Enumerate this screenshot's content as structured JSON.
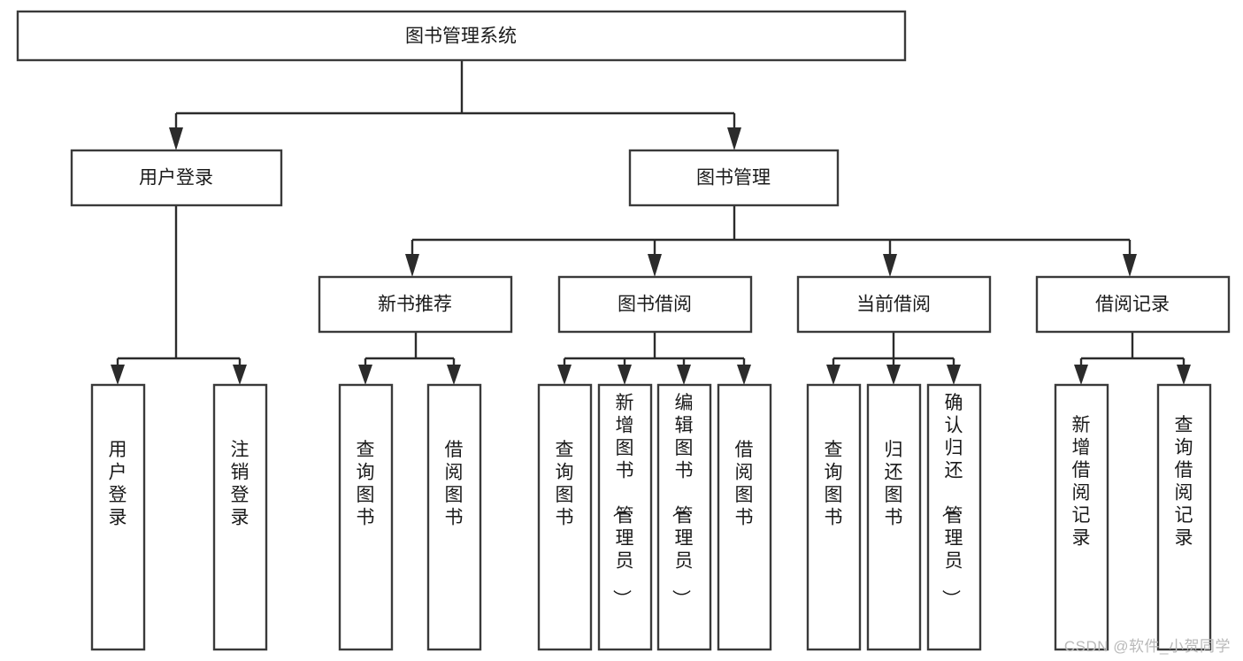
{
  "diagram": {
    "type": "hierarchy-tree",
    "title": "图书管理系统",
    "watermark": "CSDN @软件_小贺同学",
    "colors": {
      "box_stroke": "#3a3a3a",
      "connector": "#2b2b2b",
      "background": "#ffffff",
      "text": "#1a1a1a",
      "watermark": "#b9b9b9"
    },
    "root": {
      "id": "root",
      "label": "图书管理系统"
    },
    "level2": [
      {
        "id": "user-login",
        "label": "用户登录"
      },
      {
        "id": "book-management",
        "label": "图书管理"
      }
    ],
    "level3": [
      {
        "id": "new-book-recommend",
        "label": "新书推荐",
        "parent": "book-management"
      },
      {
        "id": "book-borrow",
        "label": "图书借阅",
        "parent": "book-management"
      },
      {
        "id": "current-borrow",
        "label": "当前借阅",
        "parent": "book-management"
      },
      {
        "id": "borrow-record",
        "label": "借阅记录",
        "parent": "book-management"
      }
    ],
    "leaves": [
      {
        "id": "leaf-user-login",
        "label": "用户登录",
        "parent": "user-login"
      },
      {
        "id": "leaf-logout-login",
        "label": "注销登录",
        "parent": "user-login"
      },
      {
        "id": "leaf-query-book-1",
        "label": "查询图书",
        "parent": "new-book-recommend"
      },
      {
        "id": "leaf-borrow-book-1",
        "label": "借阅图书",
        "parent": "new-book-recommend"
      },
      {
        "id": "leaf-query-book-2",
        "label": "查询图书",
        "parent": "book-borrow"
      },
      {
        "id": "leaf-add-book",
        "label": "新增图书（管理员）",
        "parent": "book-borrow"
      },
      {
        "id": "leaf-edit-book",
        "label": "编辑图书（管理员）",
        "parent": "book-borrow"
      },
      {
        "id": "leaf-borrow-book-2",
        "label": "借阅图书",
        "parent": "book-borrow"
      },
      {
        "id": "leaf-query-book-3",
        "label": "查询图书",
        "parent": "current-borrow"
      },
      {
        "id": "leaf-return-book",
        "label": "归还图书",
        "parent": "current-borrow"
      },
      {
        "id": "leaf-confirm-return",
        "label": "确认归还（管理员）",
        "parent": "current-borrow"
      },
      {
        "id": "leaf-add-record",
        "label": "新增借阅记录",
        "parent": "borrow-record"
      },
      {
        "id": "leaf-query-record",
        "label": "查询借阅记录",
        "parent": "borrow-record"
      }
    ]
  }
}
